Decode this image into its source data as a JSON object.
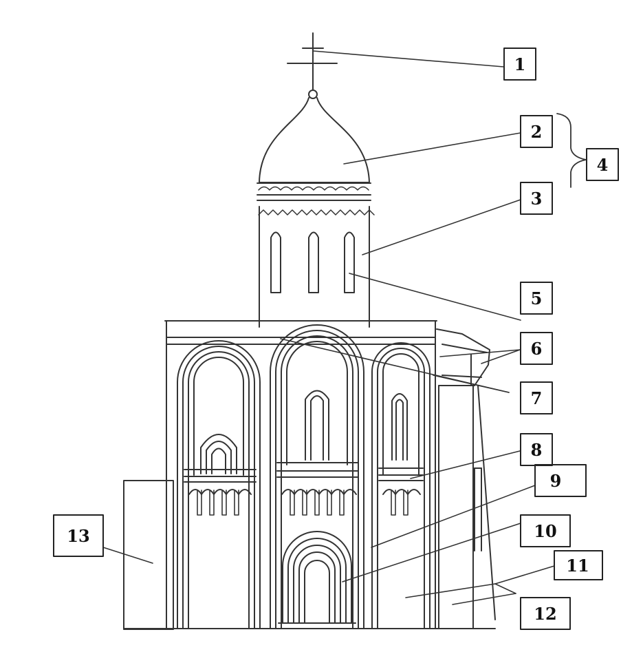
{
  "diagram": {
    "labels": [
      {
        "id": "1",
        "text": "1"
      },
      {
        "id": "2",
        "text": "2"
      },
      {
        "id": "3",
        "text": "3"
      },
      {
        "id": "4",
        "text": "4"
      },
      {
        "id": "5",
        "text": "5"
      },
      {
        "id": "6",
        "text": "6"
      },
      {
        "id": "7",
        "text": "7"
      },
      {
        "id": "8",
        "text": "8"
      },
      {
        "id": "9",
        "text": "9"
      },
      {
        "id": "10",
        "text": "10"
      },
      {
        "id": "11",
        "text": "11"
      },
      {
        "id": "12",
        "text": "12"
      },
      {
        "id": "13",
        "text": "13"
      }
    ]
  },
  "colors": {
    "line": "#333333",
    "box": "#222222",
    "background": "#ffffff"
  }
}
